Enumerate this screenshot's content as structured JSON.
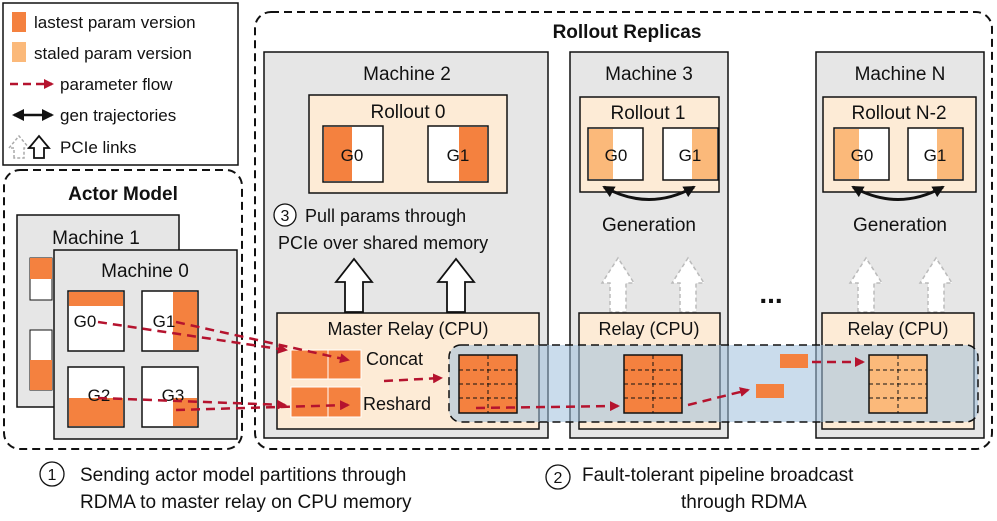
{
  "legend": {
    "latest": "lastest param version",
    "staled": "staled param version",
    "param_flow": "parameter flow",
    "gen_traj": "gen trajectories",
    "pcie": "PCIe links"
  },
  "actor": {
    "title": "Actor Model",
    "machine1": "Machine 1",
    "machine0": "Machine 0",
    "gpus": [
      "G0",
      "G1",
      "G2",
      "G3"
    ]
  },
  "rollout": {
    "title": "Rollout Replicas",
    "machine2": {
      "name": "Machine 2",
      "rollout": "Rollout 0",
      "g0": "G0",
      "g1": "G1",
      "step3_num": "3",
      "step3_line1": "Pull params through",
      "step3_line2": "PCIe over shared memory",
      "relay": "Master Relay (CPU)",
      "concat": "Concat",
      "reshard": "Reshard"
    },
    "machine3": {
      "name": "Machine 3",
      "rollout": "Rollout 1",
      "g0": "G0",
      "g1": "G1",
      "generation": "Generation",
      "relay": "Relay (CPU)"
    },
    "ellipsis": "...",
    "machineN": {
      "name": "Machine N",
      "rollout": "Rollout N-2",
      "g0": "G0",
      "g1": "G1",
      "generation": "Generation",
      "relay": "Relay (CPU)"
    }
  },
  "captions": {
    "step1_num": "1",
    "step1_line1": "Sending actor model partitions through",
    "step1_line2": "RDMA to master relay on CPU memory",
    "step2_num": "2",
    "step2_line1": "Fault-tolerant pipeline broadcast",
    "step2_line2": "through RDMA"
  },
  "colors": {
    "latest": "#f4813f",
    "staled": "#fbb97a",
    "flow": "#b5132e",
    "machine_bg": "#e6e6e6",
    "rollout_bg": "#fdebd6",
    "highlight": "#b7d0e6"
  }
}
